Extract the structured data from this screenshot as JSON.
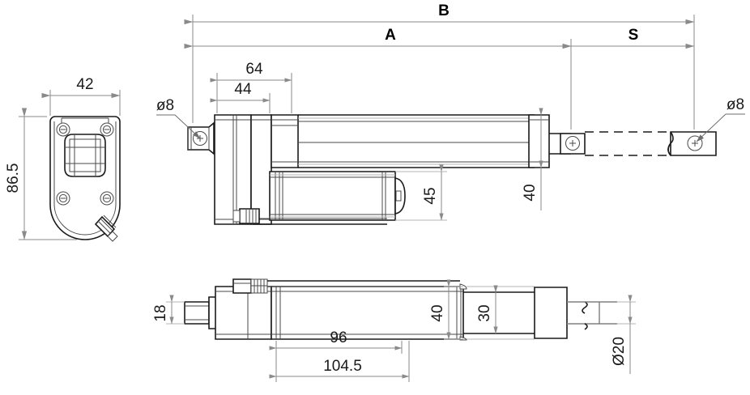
{
  "drawing": {
    "title": "Linear actuator dimensioned engineering drawing",
    "units": "mm",
    "background_color": "#ffffff",
    "line_color": "#1a1a1a",
    "dimension_color": "#8a8a8a"
  },
  "views": {
    "front": {
      "name": "front-end-view",
      "label": ""
    },
    "side": {
      "name": "side-elevation-view",
      "label": ""
    },
    "top": {
      "name": "top-plan-view",
      "label": ""
    }
  },
  "dimensions": {
    "front_width": "42",
    "front_height": "86.5",
    "overall_b": "B",
    "stroke_a": "A",
    "stroke_s": "S",
    "body_64": "64",
    "body_44": "44",
    "body_height_45": "45",
    "clevis_40": "40",
    "spindle_18": "18",
    "tube_40": "40",
    "rod_30": "30",
    "rod_dia_20": "Ø20",
    "body_96": "96",
    "body_104_5": "104.5",
    "hole_dia_left": "ø8",
    "hole_dia_right": "ø8"
  }
}
